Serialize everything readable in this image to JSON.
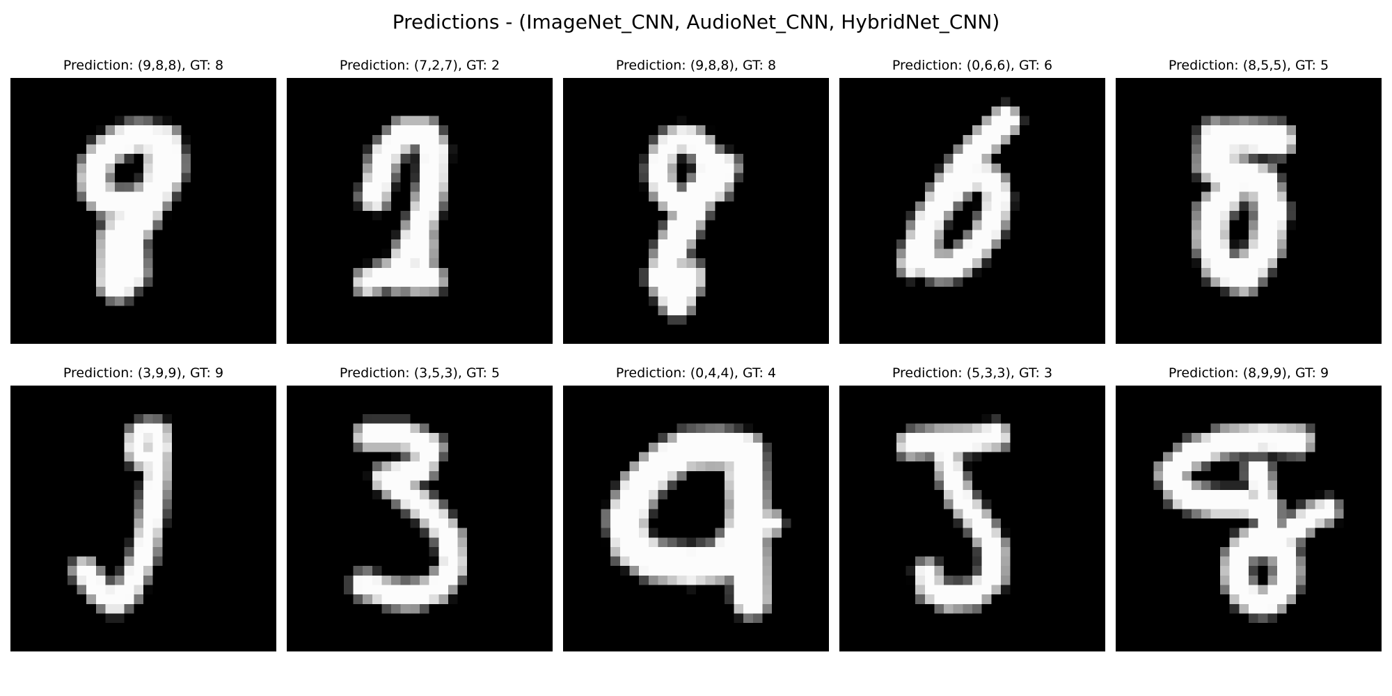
{
  "figure": {
    "title": "Predictions - (ImageNet_CNN, AudioNet_CNN, HybridNet_CNN)",
    "background_color": "#ffffff",
    "image_background_color": "#000000",
    "colormap": "gray"
  },
  "panels": [
    {
      "title": "Prediction: (9,8,8), GT: 8",
      "predictions": [
        9,
        8,
        8
      ],
      "ground_truth": 8
    },
    {
      "title": "Prediction: (7,2,7), GT: 2",
      "predictions": [
        7,
        2,
        7
      ],
      "ground_truth": 2
    },
    {
      "title": "Prediction: (9,8,8), GT: 8",
      "predictions": [
        9,
        8,
        8
      ],
      "ground_truth": 8
    },
    {
      "title": "Prediction: (0,6,6), GT: 6",
      "predictions": [
        0,
        6,
        6
      ],
      "ground_truth": 6
    },
    {
      "title": "Prediction: (8,5,5), GT: 5",
      "predictions": [
        8,
        5,
        5
      ],
      "ground_truth": 5
    },
    {
      "title": "Prediction: (3,9,9), GT: 9",
      "predictions": [
        3,
        9,
        9
      ],
      "ground_truth": 9
    },
    {
      "title": "Prediction: (3,5,3), GT: 5",
      "predictions": [
        3,
        5,
        3
      ],
      "ground_truth": 5
    },
    {
      "title": "Prediction: (0,4,4), GT: 4",
      "predictions": [
        0,
        4,
        4
      ],
      "ground_truth": 4
    },
    {
      "title": "Prediction: (5,3,3), GT: 3",
      "predictions": [
        5,
        3,
        3
      ],
      "ground_truth": 3
    },
    {
      "title": "Prediction: (8,9,9), GT: 9",
      "predictions": [
        8,
        9,
        9
      ],
      "ground_truth": 9
    }
  ]
}
